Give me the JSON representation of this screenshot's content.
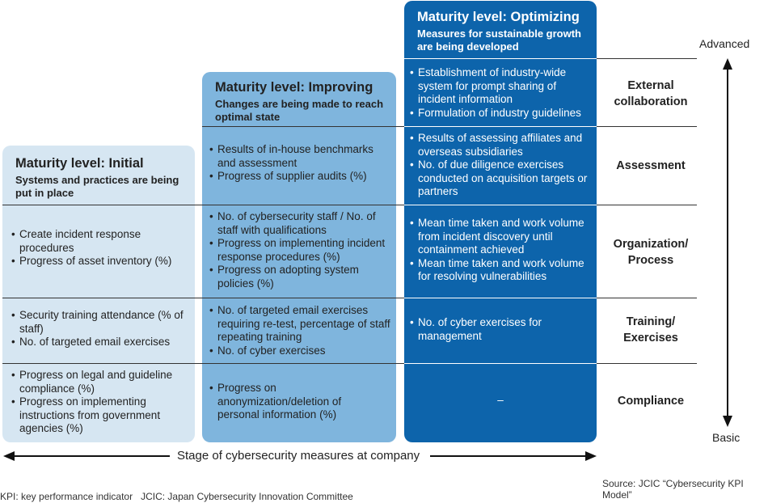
{
  "columns": {
    "initial": {
      "title": "Maturity level: Initial",
      "subtitle": "Systems and practices are being put in place",
      "rows": {
        "organization": [
          "Create incident response procedures",
          "Progress of asset inventory (%)"
        ],
        "training": [
          "Security training attendance (% of staff)",
          "No. of targeted email exercises"
        ],
        "compliance": [
          "Progress on legal and guideline compliance (%)",
          "Progress on implementing instructions from government agencies (%)"
        ]
      }
    },
    "improving": {
      "title": "Maturity level: Improving",
      "subtitle": "Changes are being made to reach optimal state",
      "rows": {
        "assessment": [
          "Results of in-house benchmarks and assessment",
          "Progress of supplier audits (%)"
        ],
        "organization": [
          "No. of cybersecurity staff / No. of staff with qualifications",
          "Progress on implementing incident response procedures (%)",
          "Progress on adopting system policies (%)"
        ],
        "training": [
          "No. of targeted email exercises requiring re-test, percentage of staff repeating training",
          "No. of cyber exercises"
        ],
        "compliance": [
          "Progress on anonymization/deletion of personal information (%)"
        ]
      }
    },
    "optimizing": {
      "title": "Maturity level: Optimizing",
      "subtitle": "Measures for sustainable growth are being developed",
      "rows": {
        "external": [
          "Establishment of industry-wide system for prompt sharing of incident information",
          "Formulation of industry guidelines"
        ],
        "assessment": [
          "Results of assessing affiliates and overseas subsidiaries",
          "No. of due diligence exercises conducted on acquisition targets or partners"
        ],
        "organization": [
          "Mean time taken and work volume from incident discovery until containment achieved",
          "Mean time taken and work volume for resolving vulnerabilities"
        ],
        "training": [
          "No. of cyber exercises for management"
        ],
        "compliance": "–"
      }
    }
  },
  "categories": {
    "external": "External collaboration",
    "assessment": "Assessment",
    "organization": "Organization/ Process",
    "training": "Training/ Exercises",
    "compliance": "Compliance"
  },
  "axis": {
    "top": "Advanced",
    "bottom": "Basic",
    "horizontal": "Stage of cybersecurity measures at company"
  },
  "source": "Source: JCIC “Cybersecurity KPI Model”",
  "footnote": "KPI: key performance indicator   JCIC: Japan Cybersecurity Innovation Committee"
}
